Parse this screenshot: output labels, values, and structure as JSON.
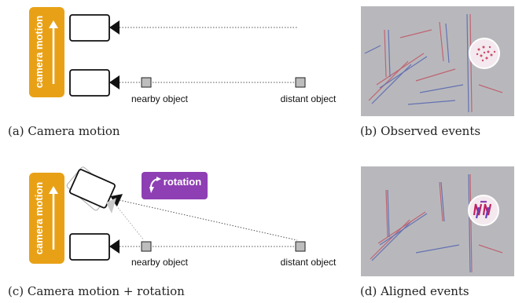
{
  "panels": {
    "a": {
      "caption": "(a) Camera motion",
      "badge": "camera motion",
      "nearby_label": "nearby object",
      "distant_label": "distant object"
    },
    "b": {
      "caption": "(b) Observed events"
    },
    "c": {
      "caption": "(c) Camera motion + rotation",
      "badge": "camera motion",
      "rotation_label": "rotation",
      "nearby_label": "nearby object",
      "distant_label": "distant object"
    },
    "d": {
      "caption": "(d) Aligned events"
    }
  },
  "colors": {
    "badge": "#e8a117",
    "rotation_badge": "#8e3fb3",
    "object_fill": "#bdbdbd",
    "event_bg": "#b8b8bc"
  }
}
